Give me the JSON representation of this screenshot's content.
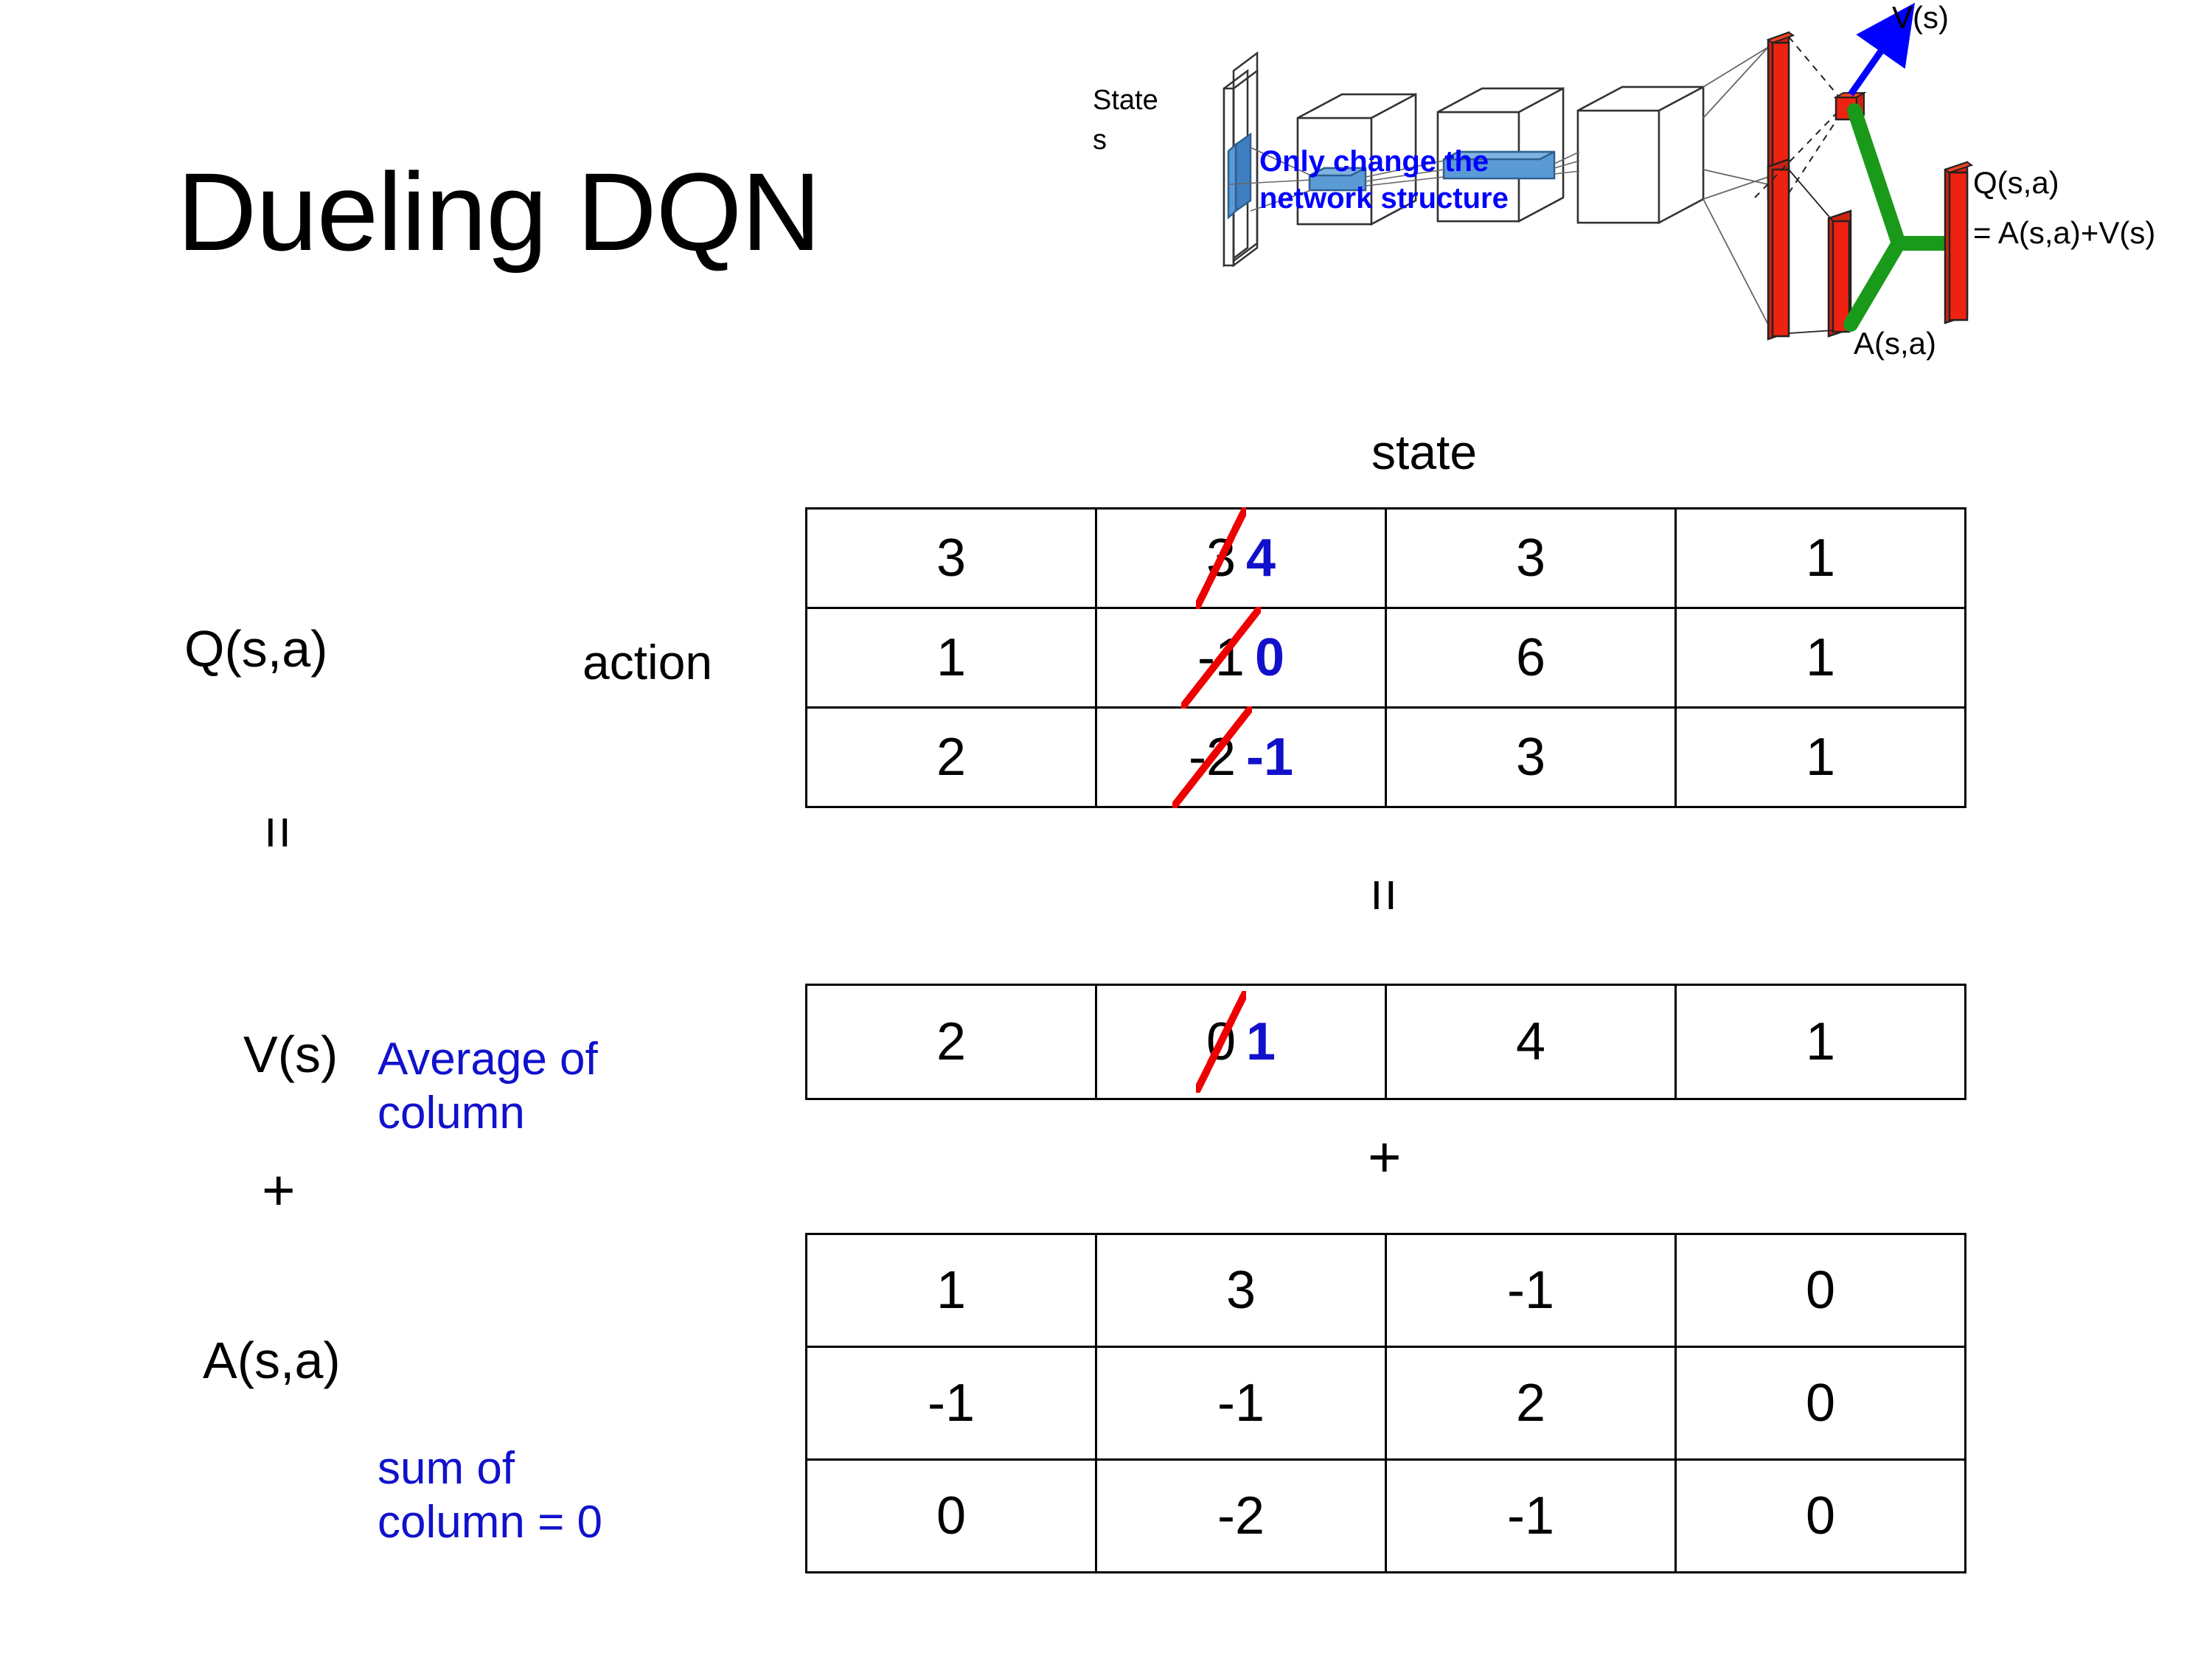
{
  "title": "Dueling DQN",
  "diagram": {
    "state_label_line1": "State",
    "state_label_line2": "s",
    "note_line1": "Only change the",
    "note_line2": "network structure",
    "v_label": "V(s)",
    "a_label": "A(s,a)",
    "q_label_line1": "Q(s,a)",
    "q_label_line2": "= A(s,a)+V(s)",
    "colors": {
      "note": "#0000ff",
      "arrow": "#0000ff",
      "bars": "#ee2211",
      "merge": "#1a9a1a",
      "filters": "#5b9bd5"
    }
  },
  "labels": {
    "state": "state",
    "action": "action",
    "q": "Q(s,a)",
    "v": "V(s)",
    "a": "A(s,a)",
    "avg_line1": "Average of",
    "avg_line2": "column",
    "sum_line1": "sum of",
    "sum_line2": "column = 0",
    "equals": "=",
    "plus": "+"
  },
  "colors": {
    "annotation_blue": "#1111cc",
    "strike_red": "#ee0000",
    "text_black": "#000000"
  },
  "chart_data": {
    "type": "table",
    "title": "Dueling DQN value decomposition",
    "xlabel": "state",
    "ylabel": "action",
    "tables": [
      {
        "name": "Q(s,a)",
        "rows": [
          [
            {
              "value": "3"
            },
            {
              "value": "3",
              "edited": true,
              "new_value": "4"
            },
            {
              "value": "3"
            },
            {
              "value": "1"
            }
          ],
          [
            {
              "value": "1"
            },
            {
              "value": "-1",
              "edited": true,
              "new_value": "0"
            },
            {
              "value": "6"
            },
            {
              "value": "1"
            }
          ],
          [
            {
              "value": "2"
            },
            {
              "value": "-2",
              "edited": true,
              "new_value": "-1"
            },
            {
              "value": "3"
            },
            {
              "value": "1"
            }
          ]
        ]
      },
      {
        "name": "V(s)",
        "rows": [
          [
            {
              "value": "2"
            },
            {
              "value": "0",
              "edited": true,
              "new_value": "1"
            },
            {
              "value": "4"
            },
            {
              "value": "1"
            }
          ]
        ]
      },
      {
        "name": "A(s,a)",
        "rows": [
          [
            {
              "value": "1"
            },
            {
              "value": "3"
            },
            {
              "value": "-1"
            },
            {
              "value": "0"
            }
          ],
          [
            {
              "value": "-1"
            },
            {
              "value": "-1"
            },
            {
              "value": "2"
            },
            {
              "value": "0"
            }
          ],
          [
            {
              "value": "0"
            },
            {
              "value": "-2"
            },
            {
              "value": "-1"
            },
            {
              "value": "0"
            }
          ]
        ]
      }
    ]
  }
}
